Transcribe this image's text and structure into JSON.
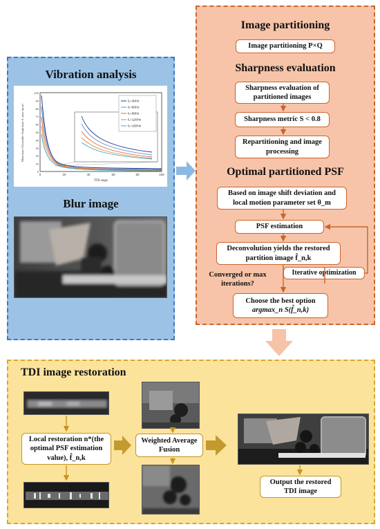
{
  "left": {
    "vibration_title": "Vibration analysis",
    "blur_title": "Blur image",
    "chart_xlabel": "TDI stage",
    "chart_ylabel": "Maximum Allowable Amplitude A_max /pixel",
    "legend": [
      "f₀=30Hz",
      "f₀=60Hz",
      "f₀=90Hz",
      "f₀=120Hz",
      "f₀=150Hz"
    ],
    "x_ticks": [
      "0",
      "20",
      "40",
      "60",
      "80",
      "100"
    ],
    "y_ticks": [
      "0",
      "10",
      "20",
      "30",
      "40",
      "50",
      "60",
      "70",
      "80",
      "90",
      "100"
    ],
    "colors": {
      "series": [
        "#1f3b8c",
        "#5a8fd6",
        "#e0603a",
        "#e08b30",
        "#3ca5c9"
      ]
    }
  },
  "right": {
    "partition_title": "Image partitioning",
    "partition_box": "Image partitioning P×Q",
    "sharpness_title": "Sharpness evaluation",
    "sharp_box1": "Sharpness evaluation of partitioned images",
    "sharp_box2": "Sharpness metric S < 0.8",
    "sharp_box3": "Repartitioning and image processing",
    "psf_title": "Optimal partitioned PSF",
    "psf_box1": "Based on image shift deviation and local motion parameter set θ_m",
    "psf_box2": "PSF estimation",
    "psf_box3": "Deconvolution yields the restored partition image f̂_n,k",
    "converged": "Converged or max iterations?",
    "iterative": "Iterative optimization",
    "best_box_line1": "Choose the best option",
    "best_box_line2": "argmax_n S(f̂_n,k)"
  },
  "bottom": {
    "title": "TDI image restoration",
    "local_box": "Local restoration n*(the optimal PSF estimation value), f̂_n,k",
    "fusion_box": "Weighted Average Fusion",
    "output_box": "Output the restored TDI image"
  },
  "colors": {
    "left_fill": "#9cc3e6",
    "left_border": "#3a78c0",
    "right_fill": "#f7c4a9",
    "right_border": "#c9642a",
    "bottom_fill": "#fbe39c",
    "bottom_border": "#d8a62a",
    "arrow_blue": "#8db8e3",
    "arrow_peach": "#f6c3a6",
    "arrow_gold": "#c39a2e"
  }
}
